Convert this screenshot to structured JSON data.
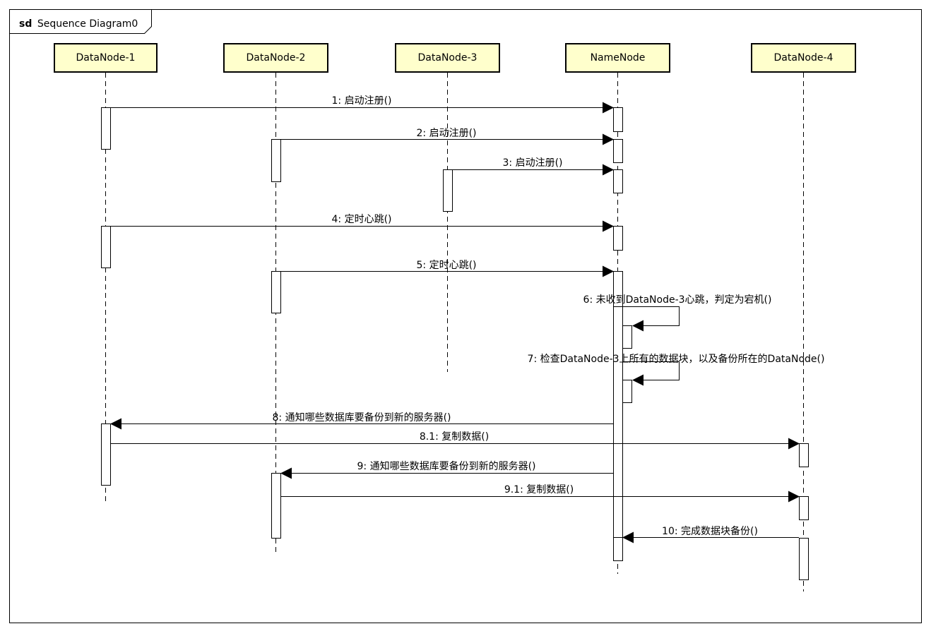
{
  "frame": {
    "keyword": "sd",
    "name": "Sequence Diagram0"
  },
  "participants": [
    {
      "id": "dn1",
      "label": "DataNode-1"
    },
    {
      "id": "dn2",
      "label": "DataNode-2"
    },
    {
      "id": "dn3",
      "label": "DataNode-3"
    },
    {
      "id": "nn",
      "label": "NameNode"
    },
    {
      "id": "dn4",
      "label": "DataNode-4"
    }
  ],
  "messages": [
    {
      "label": "1: 启动注册()",
      "from": "dn1",
      "to": "nn"
    },
    {
      "label": "2: 启动注册()",
      "from": "dn2",
      "to": "nn"
    },
    {
      "label": "3: 启动注册()",
      "from": "dn3",
      "to": "nn"
    },
    {
      "label": "4: 定时心跳()",
      "from": "dn1",
      "to": "nn"
    },
    {
      "label": "5: 定时心跳()",
      "from": "dn2",
      "to": "nn"
    },
    {
      "label": "6: 未收到DataNode-3心跳，判定为宕机()",
      "from": "nn",
      "to": "nn"
    },
    {
      "label": "7: 检查DataNode-3上所有的数据块，以及备份所在的DataNode()",
      "from": "nn",
      "to": "nn"
    },
    {
      "label": "8: 通知哪些数据库要备份到新的服务器()",
      "from": "nn",
      "to": "dn1"
    },
    {
      "label": "8.1: 复制数据()",
      "from": "dn1",
      "to": "dn4"
    },
    {
      "label": "9: 通知哪些数据库要备份到新的服务器()",
      "from": "nn",
      "to": "dn2"
    },
    {
      "label": "9.1: 复制数据()",
      "from": "dn2",
      "to": "dn4"
    },
    {
      "label": "10: 完成数据块备份()",
      "from": "dn4",
      "to": "nn"
    }
  ],
  "colors": {
    "participant_fill": "#ffffcc",
    "line": "#000000",
    "background": "#ffffff"
  }
}
